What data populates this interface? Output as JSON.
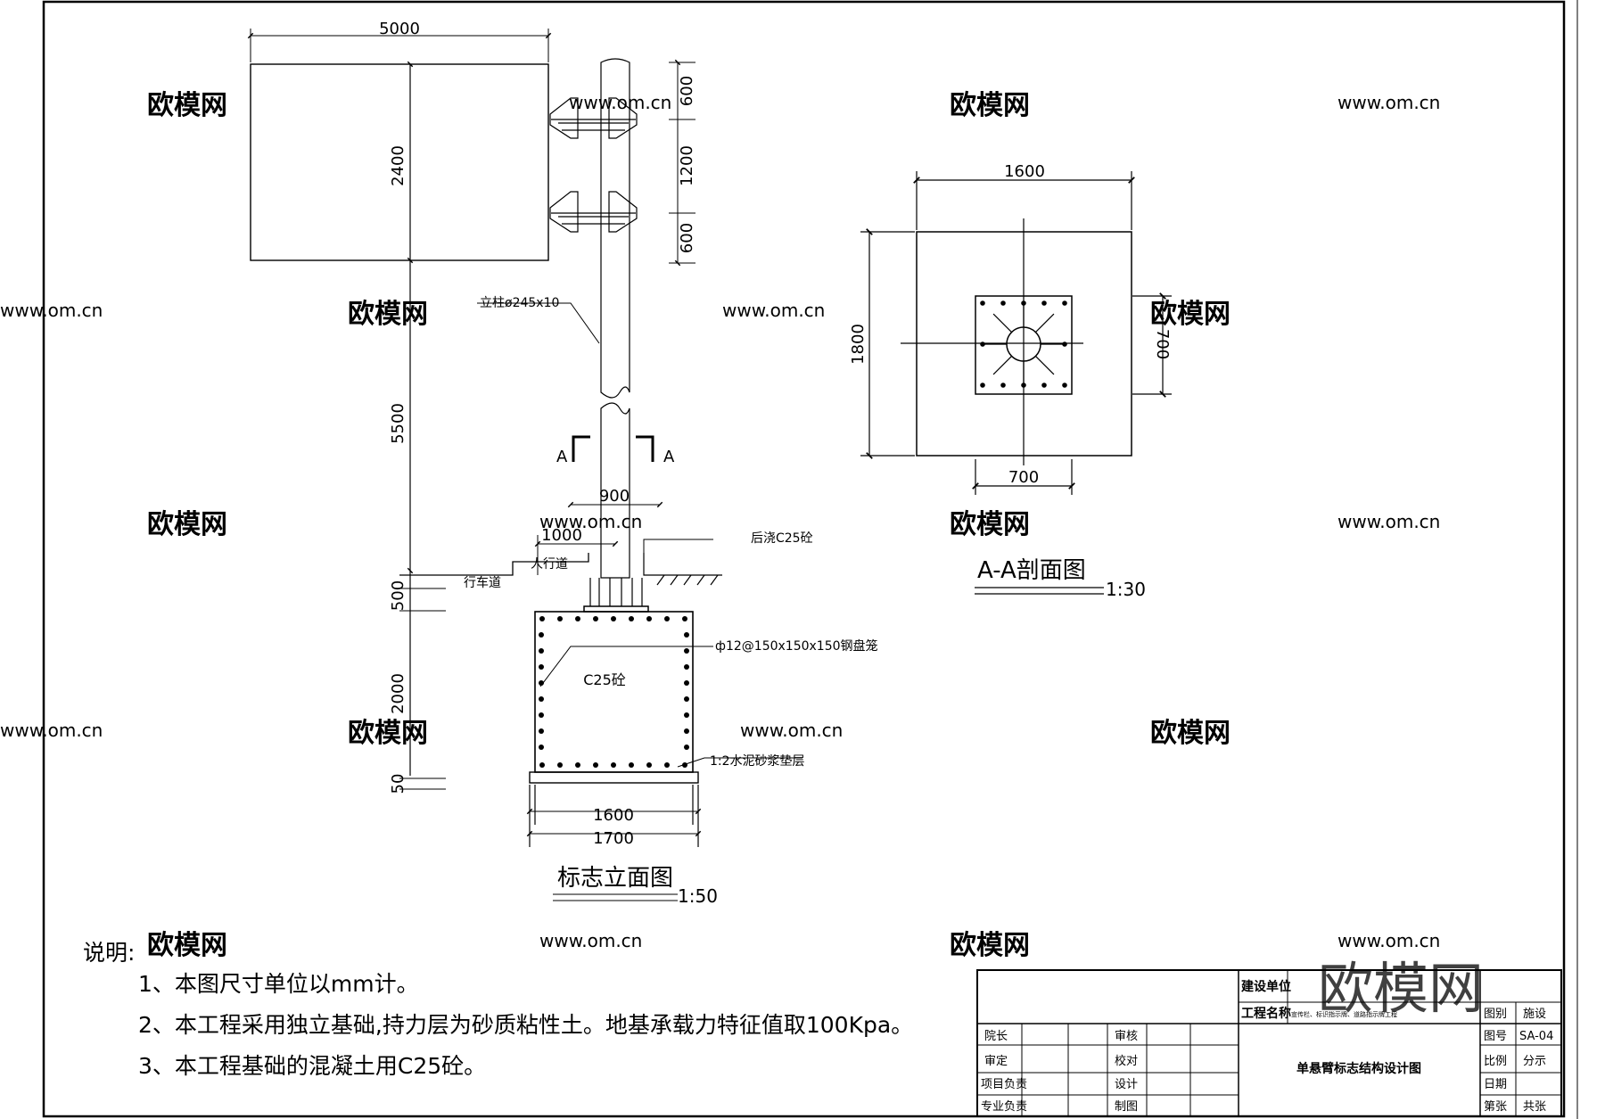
{
  "elevation": {
    "title": "标志立面图",
    "scale": "1:50",
    "dims": {
      "sign_width": "5000",
      "sign_height": "2400",
      "pole_height": "5500",
      "pave_thickness": "500",
      "found_depth": "2000",
      "bed_thickness": "50",
      "top_seg": "600",
      "mid_seg": "1200",
      "low_seg": "600",
      "plate_width": "900",
      "sidewalk_width": "1000",
      "found_inner": "1600",
      "found_outer": "1700"
    },
    "labels": {
      "column": "立柱ø245x10",
      "post_cast": "后浇C25砼",
      "sidewalk": "人行道",
      "roadway": "行车道",
      "rebar": "ф12@150x150x150钢盘笼",
      "concrete": "C25砼",
      "mortar_bed": "1:2水泥砂浆垫层",
      "section_mark": "A"
    }
  },
  "section": {
    "title": "A-A剖面图",
    "scale": "1:30",
    "dims": {
      "outer_width": "1600",
      "outer_height": "1800",
      "plate_height": "700",
      "plate_width": "700"
    }
  },
  "notes": {
    "heading": "说明:",
    "items": [
      "1、本图尺寸单位以mm计。",
      "2、本工程采用独立基础,持力层为砂质粘性土。地基承载力特征值取100Kpa。",
      "3、本工程基础的混凝土用C25砼。"
    ]
  },
  "title_block": {
    "client_label": "建设单位",
    "project_label": "工程名称",
    "project_value": "宣传栏、标识指示牌、道路指示牌工程",
    "drawing_title": "单悬臂标志结构设计图",
    "roles": [
      [
        "院长",
        "审核"
      ],
      [
        "审定",
        "校对"
      ],
      [
        "项目负责",
        "设计"
      ],
      [
        "专业负责",
        "制图"
      ]
    ],
    "stage_label": "图别",
    "stage_value": "施设",
    "number_label": "图号",
    "number_value": "SA-04",
    "scale_label": "比例",
    "scale_value": "分示",
    "date_label": "日期",
    "sheet_label": "第张",
    "total_label": "共张"
  },
  "watermark": {
    "brand": "欧模网",
    "url": "www.om.cn"
  }
}
